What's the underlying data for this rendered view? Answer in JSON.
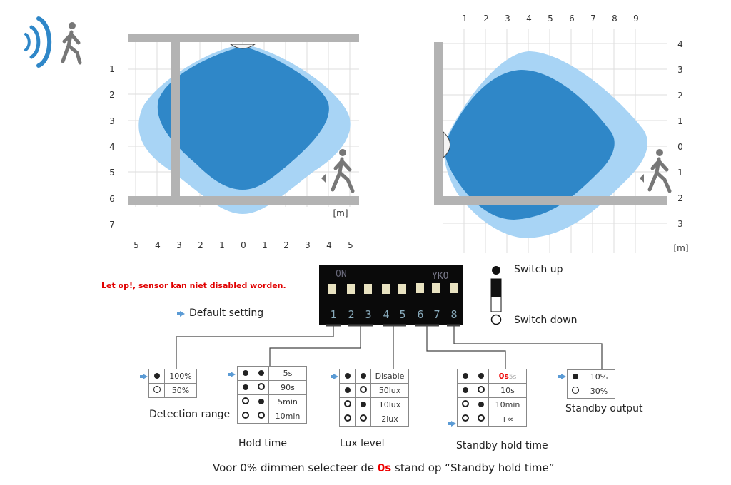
{
  "left_chart": {
    "y_ticks": [
      "1",
      "2",
      "3",
      "4",
      "5",
      "6",
      "7"
    ],
    "x_ticks": [
      "5",
      "4",
      "3",
      "2",
      "1",
      "0",
      "1",
      "2",
      "3",
      "4",
      "5"
    ],
    "unit": "[m]"
  },
  "right_chart": {
    "x_ticks": [
      "1",
      "2",
      "3",
      "4",
      "5",
      "6",
      "7",
      "8",
      "9"
    ],
    "y_ticks": [
      "4",
      "3",
      "2",
      "1",
      "0",
      "1",
      "2",
      "3"
    ],
    "unit": "[m]"
  },
  "dip": {
    "on_label": "ON",
    "brand": "YKO",
    "numbers": [
      "1",
      "2",
      "3",
      "4",
      "5",
      "6",
      "7",
      "8"
    ]
  },
  "legend": {
    "up": "Switch up",
    "down": "Switch down",
    "default": "Default setting"
  },
  "warning": "Let op!, sensor kan niet disabled worden.",
  "tables": {
    "detection": {
      "title": "Detection range",
      "rows": [
        "100%",
        "50%"
      ]
    },
    "hold": {
      "title": "Hold time",
      "rows": [
        "5s",
        "90s",
        "5min",
        "10min"
      ]
    },
    "lux": {
      "title": "Lux level",
      "rows": [
        "Disable",
        "50lux",
        "10lux",
        "2lux"
      ]
    },
    "standby_hold": {
      "title": "Standby hold time",
      "rows": [
        "0s",
        "10s",
        "10min",
        "+∞"
      ],
      "overwritten": "5s"
    },
    "standby_output": {
      "title": "Standby output",
      "rows": [
        "10%",
        "30%"
      ]
    }
  },
  "footer": {
    "pre": "Voor 0% dimmen selecteer de",
    "highlight": "0s",
    "post": "stand op “Standby hold time”"
  },
  "colors": {
    "light_blue": "#a8d4f5",
    "dark_blue": "#2f87c8",
    "bar": "#b3b3b3",
    "arrow": "#5b9bd5",
    "red": "#e00000"
  }
}
